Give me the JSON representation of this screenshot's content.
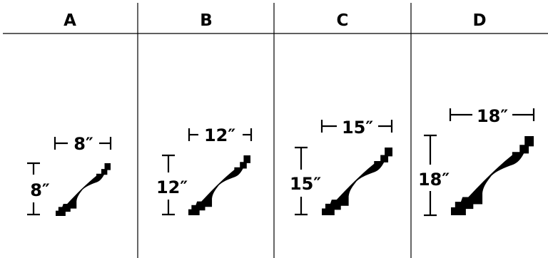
{
  "columns": [
    {
      "title": "A",
      "width_label": "8″",
      "height_label": "8″"
    },
    {
      "title": "B",
      "width_label": "12″",
      "height_label": "12″"
    },
    {
      "title": "C",
      "width_label": "15″",
      "height_label": "15″"
    },
    {
      "title": "D",
      "width_label": "18″",
      "height_label": "18″"
    }
  ]
}
